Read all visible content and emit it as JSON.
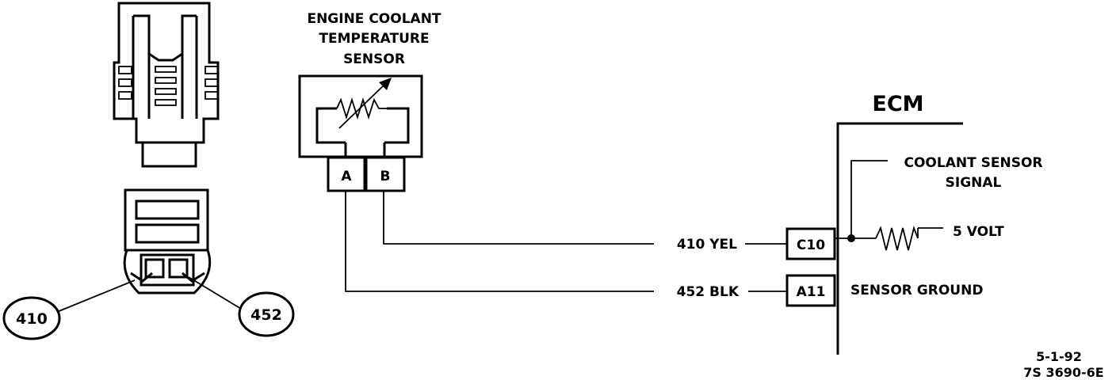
{
  "sensor": {
    "title_line1": "ENGINE COOLANT",
    "title_line2": "TEMPERATURE",
    "title_line3": "SENSOR",
    "terminal_a": "A",
    "terminal_b": "B"
  },
  "ecm": {
    "title": "ECM",
    "pin_c10": "C10",
    "pin_a11": "A11",
    "signal_line1": "COOLANT SENSOR",
    "signal_line2": "SIGNAL",
    "reference": "5 VOLT",
    "ground": "SENSOR GROUND"
  },
  "wires": {
    "yellow": "410 YEL",
    "black": "452 BLK"
  },
  "connector": {
    "callout_left": "410",
    "callout_right": "452"
  },
  "footer": {
    "date": "5-1-92",
    "code": "7S 3690-6E"
  },
  "colors": {
    "line": "#000000",
    "background": "#ffffff"
  }
}
